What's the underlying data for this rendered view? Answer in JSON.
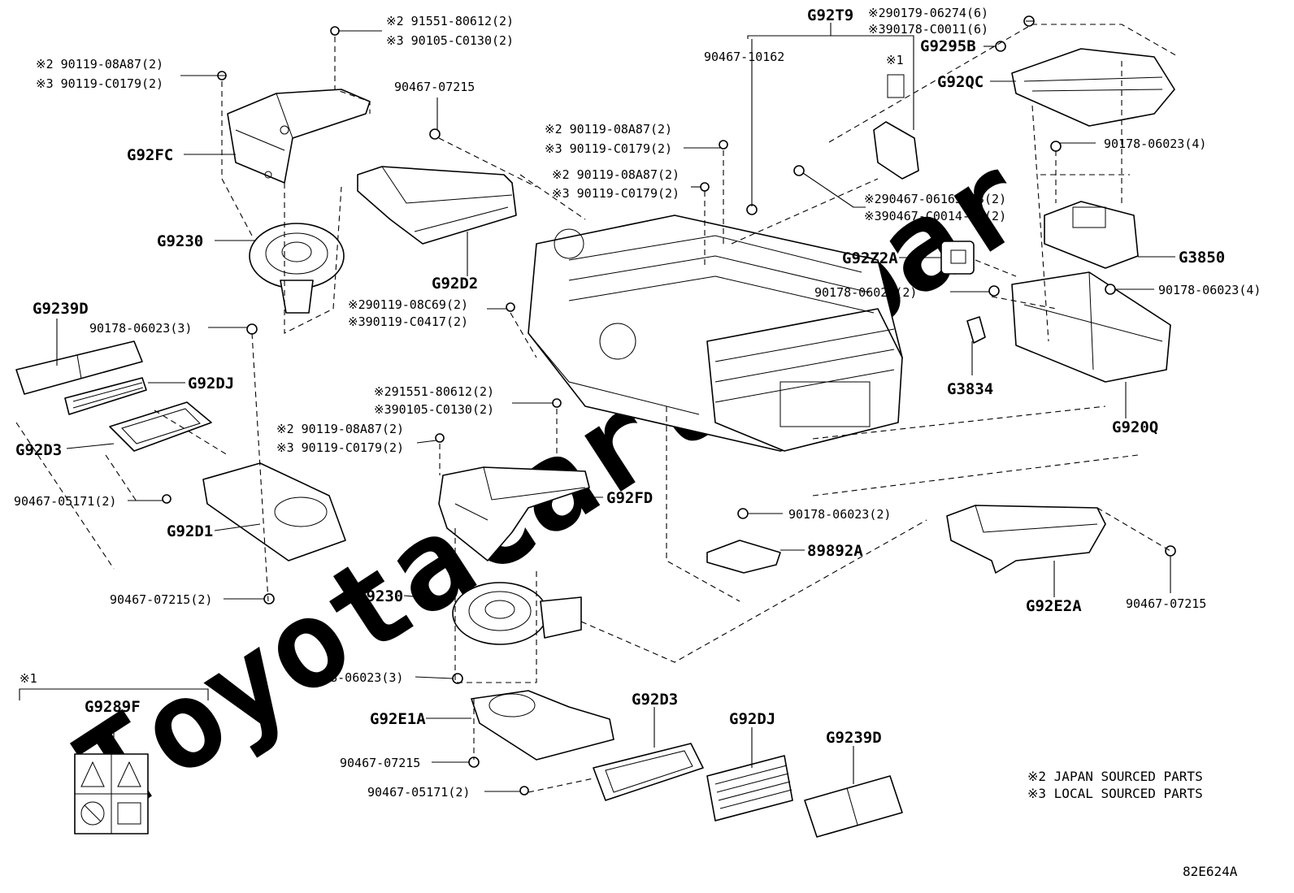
{
  "diagram_id": "82E624A",
  "watermark": "ToyotaCarlinpar",
  "notes": [
    "※2 JAPAN SOURCED PARTS",
    "※3 LOCAL SOURCED PARTS"
  ],
  "callouts": {
    "G92FC": "G92FC",
    "G9230_top": "G9230",
    "G9239D_left": "G9239D",
    "G92DJ_left": "G92DJ",
    "G92D3_left": "G92D3",
    "G92D1": "G92D1",
    "G92D2": "G92D2",
    "G92FD": "G92FD",
    "G9230_bottom": "G9230",
    "G92E1A": "G92E1A",
    "G92D3_bottom": "G92D3",
    "G92DJ_bottom": "G92DJ",
    "G9239D_bottom": "G9239D",
    "G9289F": "G9289F",
    "G92T9": "G92T9",
    "G9295B": "G9295B",
    "G92QC": "G92QC",
    "G3850": "G3850",
    "G92Z2A": "G92Z2A",
    "G3834": "G3834",
    "G920Q": "G920Q",
    "89892A": "89892A",
    "G92E2A": "G92E2A"
  },
  "parts": {
    "p1a": "※2 91551-80612(2)",
    "p1b": "※3 90105-C0130(2)",
    "p2a": "※2 90119-08A87(2)",
    "p2b": "※3 90119-C0179(2)",
    "p3": "90467-07215",
    "p4a": "※2 90119-08A87(2)",
    "p4b": "※3 90119-C0179(2)",
    "p5a": "※2 90119-08A87(2)",
    "p5b": "※3 90119-C0179(2)",
    "p6": "90178-06023(3)",
    "p7a": "※290119-08C69(2)",
    "p7b": "※390119-C0417(2)",
    "p8a": "※291551-80612(2)",
    "p8b": "※390105-C0130(2)",
    "p9a": "※2 90119-08A87(2)",
    "p9b": "※3 90119-C0179(2)",
    "p10": "90467-05171(2)",
    "p11": "90467-07215(2)",
    "p12": "90178-06023(3)",
    "p13": "90467-07215",
    "p14": "90467-05171(2)",
    "p15": "90467-10162",
    "p16a": "※290179-06274(6)",
    "p16b": "※390178-C0011(6)",
    "p17a": "※290467-06165-C3(2)",
    "p17b": "※390467-C0014-C1(2)",
    "p18": "90178-06023(4)",
    "p19": "90178-06023(2)",
    "p20": "90178-06023(4)",
    "p21": "90178-06023(2)",
    "p22": "90467-07215",
    "note1_top": "※1",
    "note1_label": "※1"
  }
}
